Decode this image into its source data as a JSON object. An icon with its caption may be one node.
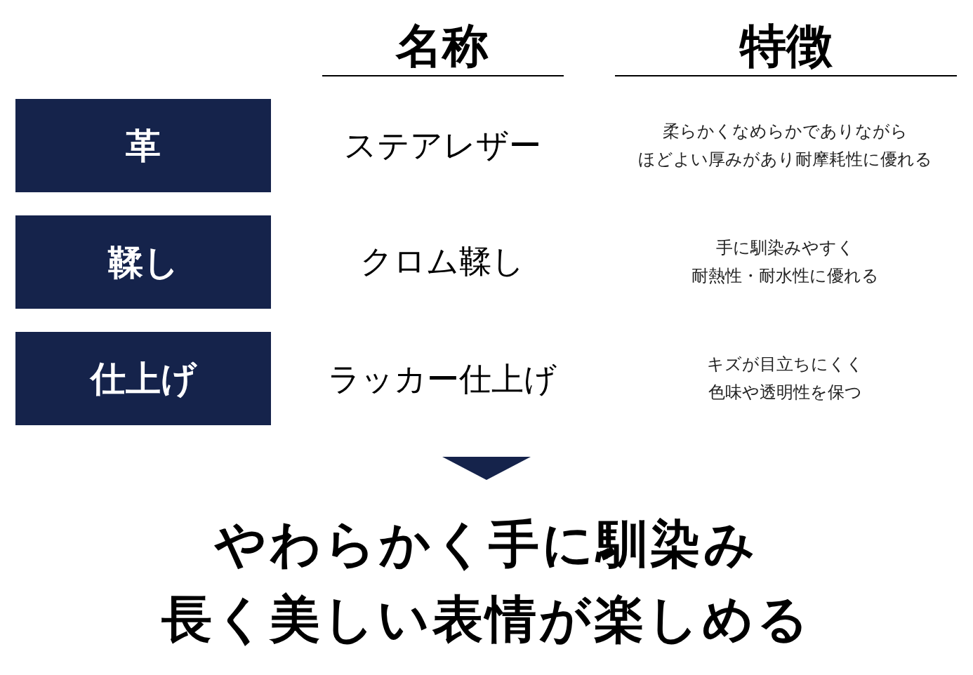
{
  "diagram": {
    "nodes": [
      {
        "text": [
          "革"
        ]
      },
      {
        "text": [
          "鞣し"
        ]
      },
      {
        "text": [
          "仕上げ"
        ]
      }
    ],
    "labels": [
      "名称",
      "特徴",
      "ステアレザー",
      "柔らかくなめらかでありながら",
      "ほどよい厚みがあり耐摩耗性に優れる",
      "クロム鞣し",
      "手に馴染みやすく",
      "耐熱性・耐水性に優れる",
      "ラッカー仕上げ",
      "キズが目立ちにくく",
      "色味や透明性を保つ",
      "やわらかく手に馴染み",
      "長く美しい表情が楽しめる"
    ]
  }
}
